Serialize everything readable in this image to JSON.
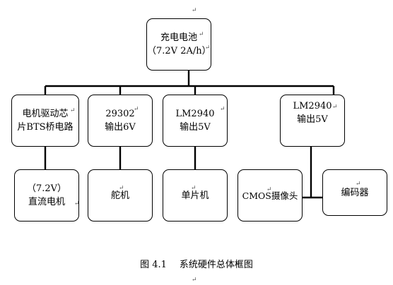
{
  "nodes": {
    "battery": {
      "line1": "充电电池",
      "line2": "（7.2V 2A/h）"
    },
    "driver": {
      "line1": "电机驱动芯",
      "line2": "片BTS桥电路"
    },
    "reg29302": {
      "line1": "29302",
      "line2": "输出6V"
    },
    "lm2940a": {
      "line1": "LM2940",
      "line2": "输出5V"
    },
    "lm2940b": {
      "line1": "LM2940",
      "line2": "输出5V"
    },
    "motor": {
      "line1": "（7.2V）",
      "line2": "直流电机"
    },
    "servo": {
      "line1": "舵机"
    },
    "mcu": {
      "line1": "单片机"
    },
    "camera": {
      "line1": "CMOS摄像头"
    },
    "encoder": {
      "line1": "编码器"
    }
  },
  "caption": {
    "number": "图 4.1",
    "title": "系统硬件总体框图"
  },
  "paragraph_mark": "↵"
}
